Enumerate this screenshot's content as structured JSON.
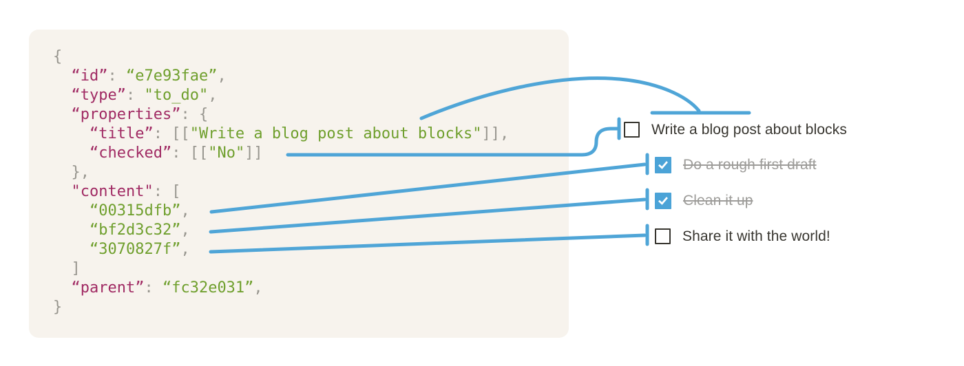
{
  "colors": {
    "panel_bg": "#F7F3ED",
    "key": "#A02A63",
    "string": "#6F9F2D",
    "punct": "#97958E",
    "text_dark": "#37352F",
    "text_done": "#9D9C99",
    "connector_blue": "#4FA5D7",
    "checkbox_blue": "#4BA3D7"
  },
  "code_panel": {
    "lines": [
      [
        {
          "t": "{",
          "c": "punct"
        }
      ],
      [
        {
          "t": "  ",
          "c": "punct"
        },
        {
          "t": "“id”",
          "c": "key"
        },
        {
          "t": ": ",
          "c": "punct"
        },
        {
          "t": "“e7e93fae”",
          "c": "string"
        },
        {
          "t": ",",
          "c": "punct"
        }
      ],
      [
        {
          "t": "  ",
          "c": "punct"
        },
        {
          "t": "“type”",
          "c": "key"
        },
        {
          "t": ": ",
          "c": "punct"
        },
        {
          "t": "\"to_do\"",
          "c": "string"
        },
        {
          "t": ",",
          "c": "punct"
        }
      ],
      [
        {
          "t": "  ",
          "c": "punct"
        },
        {
          "t": "“properties”",
          "c": "key"
        },
        {
          "t": ": ",
          "c": "punct"
        },
        {
          "t": "{",
          "c": "punct"
        }
      ],
      [
        {
          "t": "    ",
          "c": "punct"
        },
        {
          "t": "“title”",
          "c": "key"
        },
        {
          "t": ": ",
          "c": "punct"
        },
        {
          "t": "[[",
          "c": "punct"
        },
        {
          "t": "\"Write a blog post about blocks\"",
          "c": "string"
        },
        {
          "t": "]]",
          "c": "punct"
        },
        {
          "t": ",",
          "c": "punct"
        }
      ],
      [
        {
          "t": "    ",
          "c": "punct"
        },
        {
          "t": "“checked”",
          "c": "key"
        },
        {
          "t": ": ",
          "c": "punct"
        },
        {
          "t": "[[",
          "c": "punct"
        },
        {
          "t": "\"No\"",
          "c": "string"
        },
        {
          "t": "]]",
          "c": "punct"
        }
      ],
      [
        {
          "t": "  },",
          "c": "punct"
        }
      ],
      [
        {
          "t": "  ",
          "c": "punct"
        },
        {
          "t": "\"content\"",
          "c": "key"
        },
        {
          "t": ": ",
          "c": "punct"
        },
        {
          "t": "[",
          "c": "punct"
        }
      ],
      [
        {
          "t": "    ",
          "c": "punct"
        },
        {
          "t": "“00315dfb”",
          "c": "string"
        },
        {
          "t": ",",
          "c": "punct"
        }
      ],
      [
        {
          "t": "    ",
          "c": "punct"
        },
        {
          "t": "“bf2d3c32”",
          "c": "string"
        },
        {
          "t": ",",
          "c": "punct"
        }
      ],
      [
        {
          "t": "    ",
          "c": "punct"
        },
        {
          "t": "“3070827f”",
          "c": "string"
        },
        {
          "t": ",",
          "c": "punct"
        }
      ],
      [
        {
          "t": "  ]",
          "c": "punct"
        }
      ],
      [
        {
          "t": "  ",
          "c": "punct"
        },
        {
          "t": "“parent”",
          "c": "key"
        },
        {
          "t": ": ",
          "c": "punct"
        },
        {
          "t": "“fc32e031”",
          "c": "string"
        },
        {
          "t": ",",
          "c": "punct"
        }
      ],
      [
        {
          "t": "}",
          "c": "punct"
        }
      ]
    ]
  },
  "todo_list": {
    "items": [
      {
        "label": "Write a blog post about blocks",
        "checked": false
      },
      {
        "label": "Do a rough first draft",
        "checked": true
      },
      {
        "label": "Clean it up",
        "checked": true
      },
      {
        "label": "Share it with the world!",
        "checked": false
      }
    ]
  },
  "connectors": [
    {
      "from": "properties.title",
      "to": "todo-1-label"
    },
    {
      "from": "properties.checked",
      "to": "todo-1-checkbox"
    },
    {
      "from": "content.0 (00315dfb)",
      "to": "todo-2"
    },
    {
      "from": "content.1 (bf2d3c32)",
      "to": "todo-3"
    },
    {
      "from": "content.2 (3070827f)",
      "to": "todo-4"
    }
  ]
}
